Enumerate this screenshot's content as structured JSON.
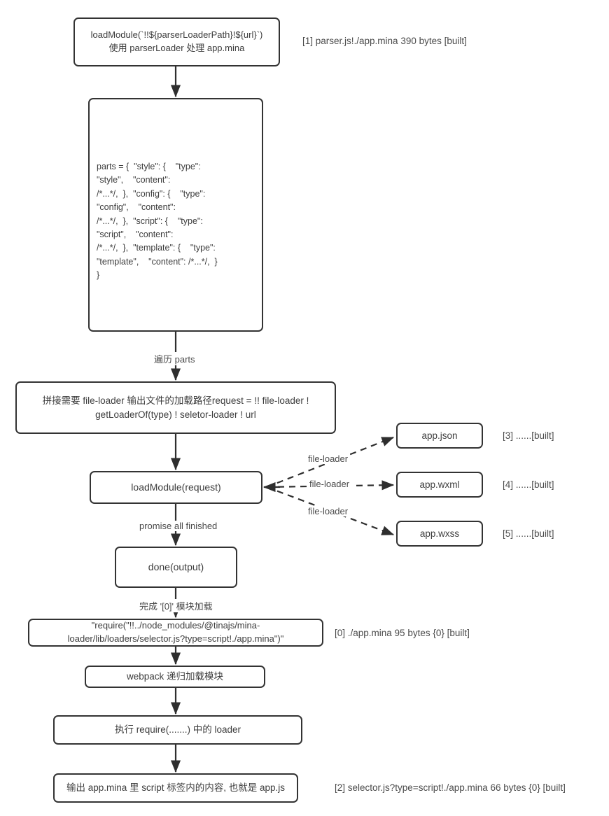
{
  "diagram": {
    "title": "mina-loader webpack build flow",
    "background_color": "#ffffff",
    "border_color": "#333333",
    "text_color": "#3c3c3c",
    "nodes": {
      "top": "loadModule(`!!${parserLoaderPath}!${url}`)\n使用 parserLoader 处理 app.mina",
      "parts": "parts = {  \"style\": {    \"type\":\n\"style\",    \"content\":\n/*...*/,  },  \"config\": {    \"type\":\n\"config\",    \"content\":\n/*...*/,  },  \"script\": {    \"type\":\n\"script\",    \"content\":\n/*...*/,  },  \"template\": {    \"type\":\n\"template\",    \"content\": /*...*/,  }\n}",
      "concat": "拼接需要 file-loader 输出文件的加载路径request = !! file-loader !\ngetLoaderOf(type) ! seletor-loader ! url",
      "load_module": "loadModule(request)",
      "done": "done(output)",
      "require": "\"require(\"!!../node_modules/@tinajs/mina-\nloader/lib/loaders/selector.js?type=script!./app.mina\")\"",
      "webpack": "webpack 递归加载模块",
      "exec_loader": "执行 require(.......) 中的 loader",
      "output_js": "输出 app.mina 里 script 标签内的内容, 也就是 app.js",
      "app_json": "app.json",
      "app_wxml": "app.wxml",
      "app_wxss": "app.wxss"
    },
    "edge_labels": {
      "traverse": "遍历 parts",
      "promise_all": "promise all finished",
      "done_module": "完成 '[0]' 模块加载",
      "file_loader_1": "file-loader",
      "file_loader_2": "file-loader",
      "file_loader_3": "file-loader"
    },
    "annotations": {
      "mod_1": "[1] parser.js!./app.mina 390 bytes [built]",
      "mod_3": "[3] ......[built]",
      "mod_4": "[4] ......[built]",
      "mod_5": "[5] ......[built]",
      "mod_0": "[0] ./app.mina 95 bytes {0} [built]",
      "mod_2": "[2] selector.js?type=script!./app.mina 66 bytes {0} [built]"
    }
  }
}
